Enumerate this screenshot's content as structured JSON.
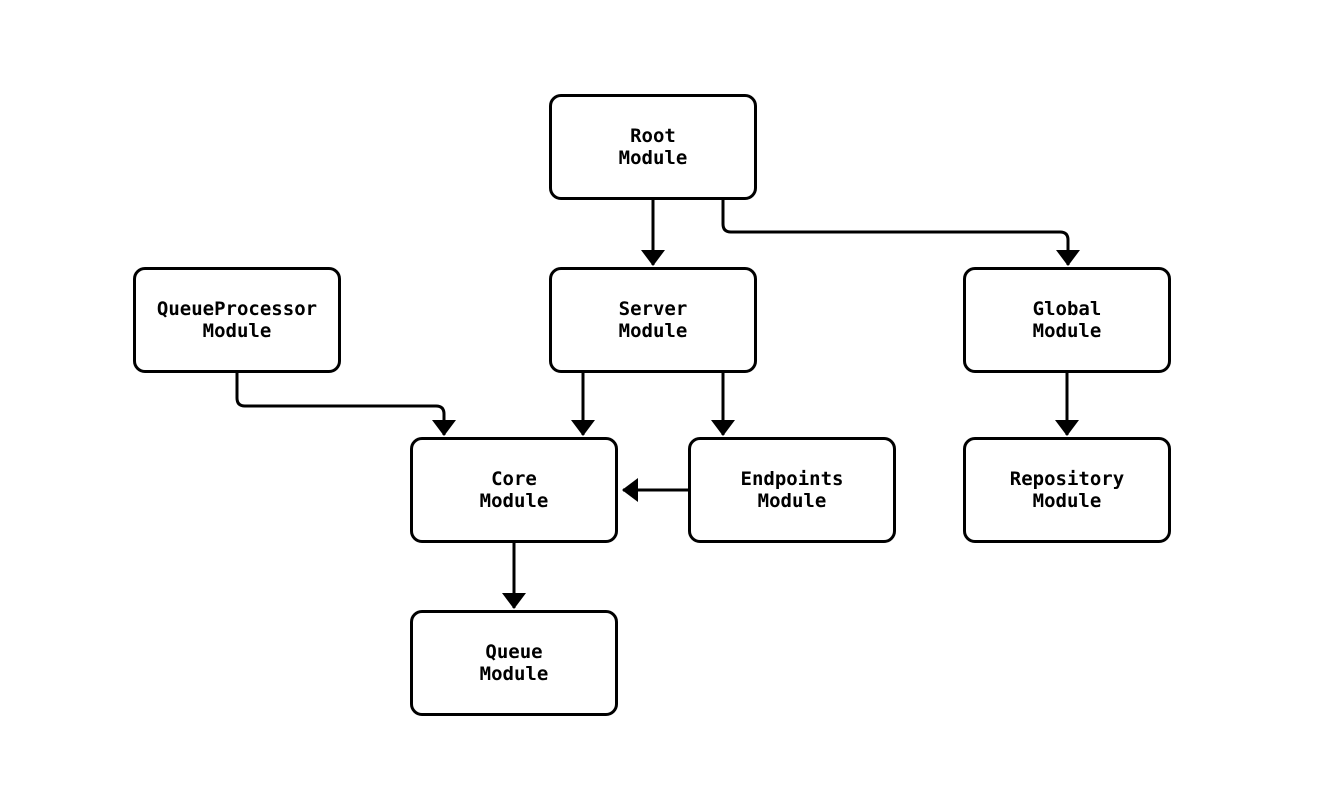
{
  "diagram": {
    "type": "flowchart",
    "background_color": "#ffffff",
    "node_fill_color": "#ffffff",
    "stroke_color": "#000000",
    "nodes": [
      {
        "id": "root",
        "label": "Root\nModule"
      },
      {
        "id": "queueprocessor",
        "label": "QueueProcessor\nModule"
      },
      {
        "id": "server",
        "label": "Server\nModule"
      },
      {
        "id": "global",
        "label": "Global\nModule"
      },
      {
        "id": "core",
        "label": "Core\nModule"
      },
      {
        "id": "endpoints",
        "label": "Endpoints\nModule"
      },
      {
        "id": "repository",
        "label": "Repository\nModule"
      },
      {
        "id": "queue",
        "label": "Queue\nModule"
      }
    ],
    "edges": [
      {
        "from": "root",
        "to": "server"
      },
      {
        "from": "root",
        "to": "global"
      },
      {
        "from": "queueprocessor",
        "to": "core"
      },
      {
        "from": "server",
        "to": "core"
      },
      {
        "from": "server",
        "to": "endpoints"
      },
      {
        "from": "global",
        "to": "repository"
      },
      {
        "from": "endpoints",
        "to": "core"
      },
      {
        "from": "core",
        "to": "queue"
      }
    ]
  }
}
